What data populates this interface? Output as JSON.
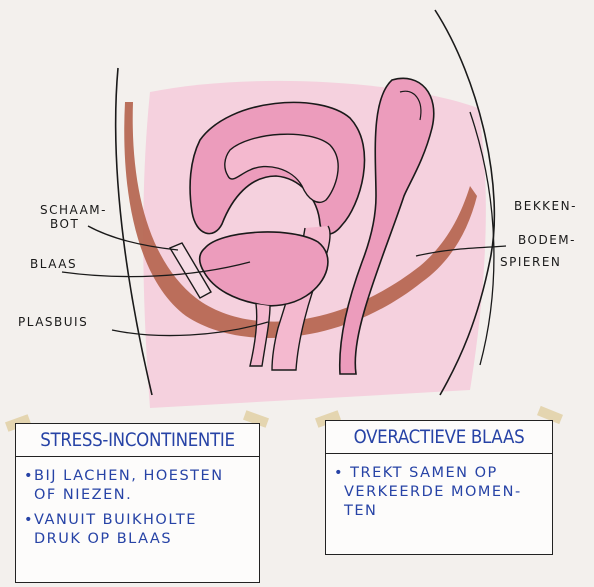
{
  "labels": {
    "schaambot": [
      "SCHAAM-",
      "BOT"
    ],
    "blaas": "BLAAS",
    "plasbuis": "PLASBUIS",
    "bekkenbodemspieren": [
      "BEKKEN-",
      "BODEM-",
      "SPIEREN"
    ]
  },
  "cards": {
    "stress": {
      "title": "STRESS-INCONTINENTIE",
      "bullets": [
        [
          "•BIJ LACHEN, HOESTEN",
          "OF NIEZEN."
        ],
        [
          "•VANUIT BUIKHOLTE",
          "DRUK OP BLAAS"
        ]
      ]
    },
    "overactive": {
      "title": "OVERACTIEVE BLAAS",
      "bullets": [
        [
          "• TREKT SAMEN OP",
          "VERKEERDE MOMEN-",
          "TEN"
        ]
      ]
    }
  },
  "colors": {
    "background": "#f3f0ed",
    "tissue": "#f4cbdb",
    "organ": "#ec9cbc",
    "muscle": "#b5654f",
    "ink": "#1a1a1a",
    "card_text": "#2743a6"
  }
}
